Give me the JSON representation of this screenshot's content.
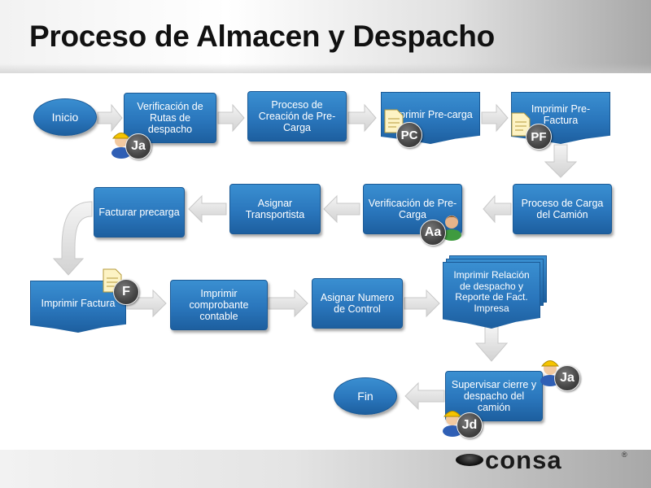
{
  "title": "Proceso de Almacen y Despacho",
  "logo_text": "consa",
  "logo_reg": "®",
  "nodes": {
    "inicio": "Inicio",
    "n1": "Verificación de Rutas de despacho",
    "n2": "Proceso de Creación de Pre-Carga",
    "n3": "Imprimir Pre-carga",
    "n4": "Imprimir Pre-Factura",
    "n5": "Proceso de Carga del Camión",
    "n6": "Verificación de Pre-Carga",
    "n7": "Asignar Transportista",
    "n8": "Facturar precarga",
    "n9": "Imprimir Factura",
    "n10": "Imprimir comprobante contable",
    "n11": "Asignar Numero de Control",
    "n12": "Imprimir Relación de despacho y Reporte de Fact. Impresa",
    "n13": "Supervisar cierre y despacho del camión",
    "fin": "Fin"
  },
  "badges": {
    "b1": "Ja",
    "b2": "PC",
    "b3": "PF",
    "b4": "Aa",
    "b5": "F",
    "b6": "Ja",
    "b7": "Jd"
  },
  "colors": {
    "box": "#2a76bc",
    "arrow": "#dcdcdc",
    "badge": "#444444"
  }
}
